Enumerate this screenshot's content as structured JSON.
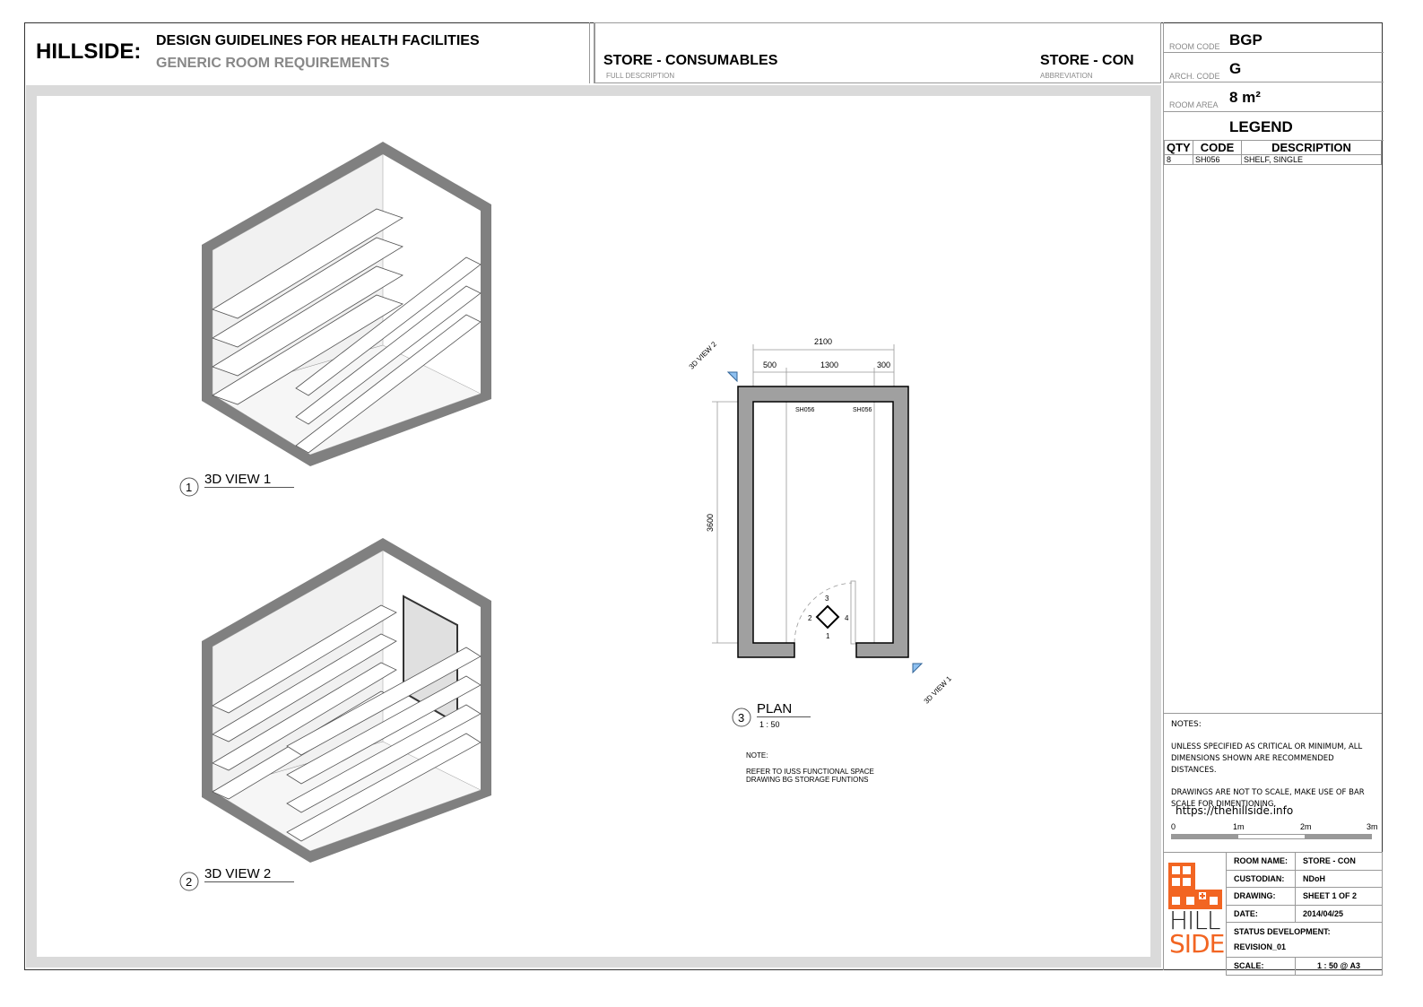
{
  "header": {
    "brand": "HILLSIDE:",
    "title": "DESIGN GUIDELINES FOR HEALTH FACILITIES",
    "subtitle": "GENERIC ROOM REQUIREMENTS",
    "full_description": "STORE - CONSUMABLES",
    "full_description_label": "FULL DESCRIPTION",
    "abbreviation": "STORE - CON",
    "abbreviation_label": "ABBREVIATION"
  },
  "room_info": {
    "room_code_label": "ROOM CODE",
    "room_code": "BGP",
    "arch_code_label": "ARCH. CODE",
    "arch_code": "G",
    "room_area_label": "ROOM AREA",
    "room_area": "8 m²"
  },
  "legend": {
    "title": "LEGEND",
    "columns": [
      "QTY",
      "CODE",
      "DESCRIPTION"
    ],
    "rows": [
      [
        "8",
        "SH056",
        "SHELF, SINGLE"
      ]
    ]
  },
  "notes": {
    "title": "NOTES:",
    "lines": [
      "UNLESS SPECIFIED AS CRITICAL OR MINIMUM, ALL DIMENSIONS SHOWN ARE RECOMMENDED DISTANCES.",
      "DRAWINGS ARE NOT TO SCALE, MAKE USE OF BAR SCALE FOR DIMENTIONING."
    ],
    "url": "https://thehillside.info",
    "scale_ticks": [
      "0",
      "1m",
      "2m",
      "3m"
    ]
  },
  "title_block": {
    "logo_top": "HILL",
    "logo_bottom": "SIDE",
    "rows": [
      [
        "ROOM NAME:",
        "STORE - CON"
      ],
      [
        "CUSTODIAN:",
        "NDoH"
      ],
      [
        "DRAWING:",
        "SHEET 1 OF 2"
      ],
      [
        "DATE:",
        "2014/04/25"
      ]
    ],
    "status_label": "STATUS DEVELOPMENT:",
    "status_value": "REVISION_01",
    "scale_label": "SCALE:",
    "scale_value": "1 : 50 @ A3"
  },
  "views": {
    "v1_num": "1",
    "v1_title": "3D VIEW 1",
    "v2_num": "2",
    "v2_title": "3D VIEW 2",
    "plan_num": "3",
    "plan_title": "PLAN",
    "plan_scale": "1 : 50"
  },
  "plan": {
    "dim_total": "2100",
    "dim_a": "500",
    "dim_b": "1300",
    "dim_c": "300",
    "dim_height": "3600",
    "shelf_label_1": "SH056",
    "shelf_label_2": "SH056",
    "view_tag_1": "3D VIEW 1",
    "view_tag_2": "3D VIEW 2",
    "compass": [
      "3",
      "2",
      "4",
      "1"
    ],
    "note_title": "NOTE:",
    "note_line1": "REFER TO IUSS FUNCTIONAL SPACE",
    "note_line2": "DRAWING BG STORAGE FUNTIONS"
  },
  "colors": {
    "wall": "#a0a0a0",
    "accent": "#f26522",
    "arrow": "#8ec0f0"
  }
}
